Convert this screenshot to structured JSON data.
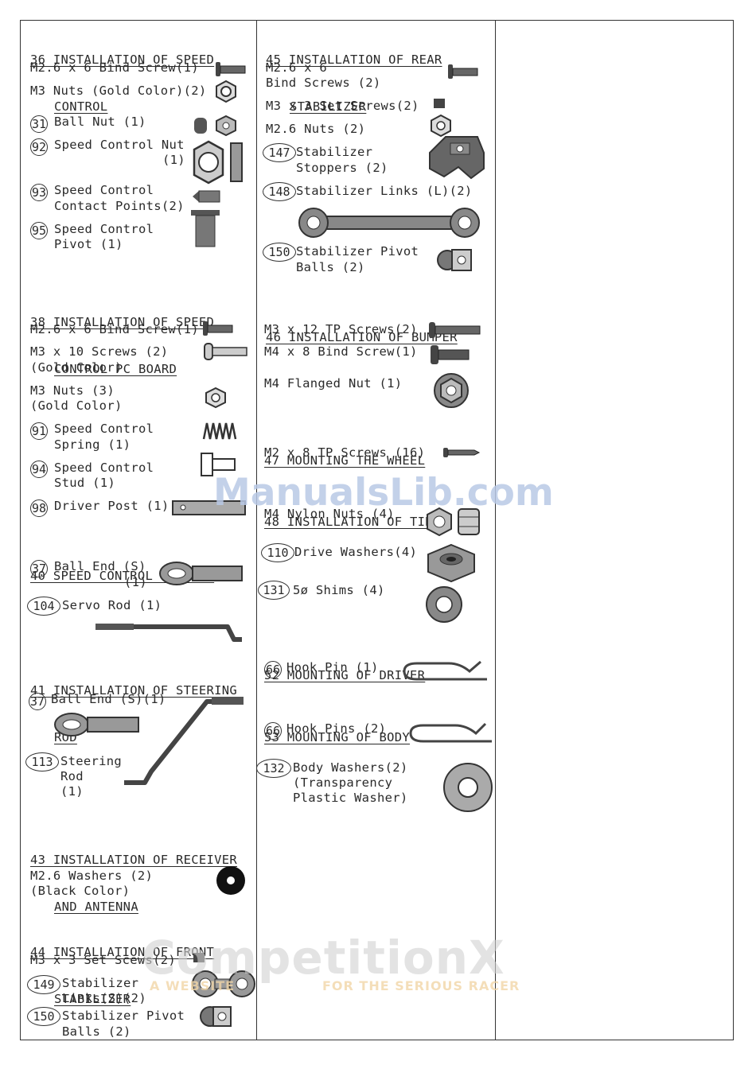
{
  "sections": {
    "s36": {
      "l1": "36 INSTALLATION OF SPEED",
      "l2": "CONTROL"
    },
    "s38": {
      "l1": "38 INSTALLATION OF SPEED",
      "l2": "CONTROL PC BOARD"
    },
    "s40": {
      "l1": "40 SPEED CONTROL LINKAGE"
    },
    "s41": {
      "l1": "41 INSTALLATION OF STEERING",
      "l2": "ROD"
    },
    "s43": {
      "l1": "43 INSTALLATION OF RECEIVER",
      "l2": "AND ANTENNA"
    },
    "s44": {
      "l1": "44 INSTALLATION OF FRONT",
      "l2": "STABILIZER"
    },
    "s45": {
      "l1": "45 INSTALLATION OF REAR",
      "l2": "STABILIZER"
    },
    "s46": {
      "l1": "46 INSTALLATION OF BUMPER"
    },
    "s47": {
      "l1": "47 MOUNTING THE WHEEL"
    },
    "s48": {
      "l1": "48 INSTALLATION OF TIRES"
    },
    "s52": {
      "l1": "52 MOUNTING OF DRIVER"
    },
    "s53": {
      "l1": "53 MOUNTING OF BODY"
    }
  },
  "parts": {
    "p36a": "M2.6 x 6 Bind Screw(1)",
    "p36b": "M3 Nuts (Gold Color)(2)",
    "p36c": "Ball Nut (1)",
    "p36d1": "Speed Control Nut",
    "p36d2": "(1)",
    "p36e1": "Speed Control",
    "p36e2": "Contact Points(2)",
    "p36f1": "Speed Control",
    "p36f2": "Pivot (1)",
    "p38a": "M2.6 x 6 Bind Screw(1)",
    "p38b1": "M3 x 10 Screws (2)",
    "p38b2": "(Gold Color)",
    "p38c1": "M3 Nuts (3)",
    "p38c2": "(Gold Color)",
    "p38d1": "Speed Control",
    "p38d2": "Spring (1)",
    "p38e1": "Speed Control",
    "p38e2": "Stud (1)",
    "p38f": "Driver Post (1)",
    "p40a1": "Ball End (S)",
    "p40a2": "(1)",
    "p40b": "Servo Rod (1)",
    "p41a": "Ball End (S)(1)",
    "p41b1": "Steering",
    "p41b2": "Rod",
    "p41b3": "(1)",
    "p43a1": "M2.6 Washers (2)",
    "p43a2": "(Black Color)",
    "p44a": "M3 x 3 Set Scews(2)",
    "p44b1": "Stabilizer",
    "p44b2": "Links(S)(2)",
    "p44c1": "Stabilizer Pivot",
    "p44c2": "Balls (2)",
    "p45a1": "M2.6 x 6",
    "p45a2": "Bind Screws (2)",
    "p45b": "M3 x 3 Set Screws(2)",
    "p45c": "M2.6 Nuts (2)",
    "p45d1": "Stabilizer",
    "p45d2": "Stoppers (2)",
    "p45e": "Stabilizer Links (L)(2)",
    "p45f1": "Stabilizer Pivot",
    "p45f2": "Balls (2)",
    "p46a": "M3 x 12 TP Screws(2)",
    "p46b": "M4 x 8 Bind Screw(1)",
    "p46c": "M4 Flanged Nut (1)",
    "p47a": "M2 x 8 TP Screws (16)",
    "p48a": "M4 Nylon Nuts (4)",
    "p48b": "Drive Washers(4)",
    "p48c": "5ø Shims (4)",
    "p52a": "Hook Pin (1)",
    "p53a": "Hook Pins (2)",
    "p53b1": "Body Washers(2)",
    "p53b2": "(Transparency",
    "p53b3": "Plastic Washer)"
  },
  "circled_numbers": {
    "n31": "31",
    "n92": "92",
    "n93": "93",
    "n95": "95",
    "n91": "91",
    "n94": "94",
    "n98": "98",
    "n37a": "37",
    "n104": "104",
    "n37b": "37",
    "n113": "113",
    "n149": "149",
    "n150a": "150",
    "n147": "147",
    "n148": "148",
    "n150b": "150",
    "n110": "110",
    "n131": "131",
    "n66a": "66",
    "n66b": "66",
    "n132": "132"
  },
  "watermarks": {
    "manualslib": "ManualsLib.com",
    "brand": "CompetitionX",
    "tag1": "A WEBSITE",
    "tag2": "FOR THE SERIOUS RACER"
  }
}
